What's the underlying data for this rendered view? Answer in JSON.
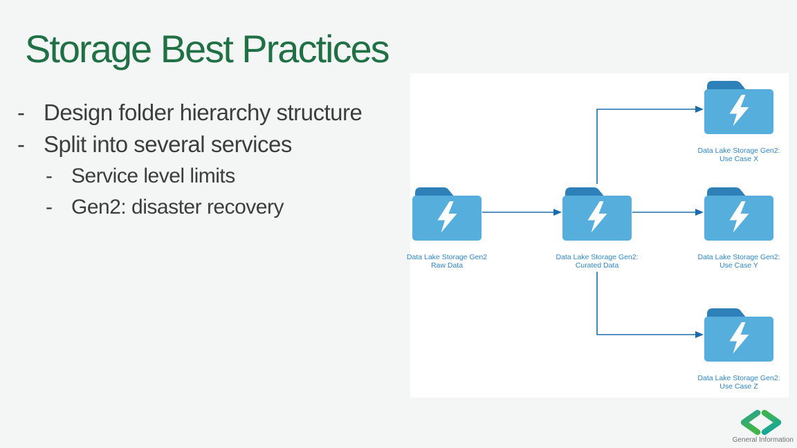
{
  "slide": {
    "title": "Storage Best Practices",
    "bullets": {
      "dash": "-",
      "items": [
        {
          "text": "Design folder hierarchy structure",
          "level": 1
        },
        {
          "text": "Split into several services",
          "level": 1
        },
        {
          "text": "Service level limits",
          "level": 2
        },
        {
          "text": "Gen2: disaster recovery",
          "level": 2
        }
      ]
    }
  },
  "diagram": {
    "icon": "folder-lightning-icon",
    "nodes": [
      {
        "id": "raw-data",
        "line1": "Data Lake Storage Gen2",
        "line2": "Raw Data"
      },
      {
        "id": "curated-data",
        "line1": "Data Lake Storage Gen2:",
        "line2": "Curated Data"
      },
      {
        "id": "use-case-x",
        "line1": "Data Lake Storage Gen2:",
        "line2": "Use Case X"
      },
      {
        "id": "use-case-y",
        "line1": "Data Lake Storage Gen2:",
        "line2": "Use Case Y"
      },
      {
        "id": "use-case-z",
        "line1": "Data Lake Storage Gen2:",
        "line2": "Use Case Z"
      }
    ],
    "edges": [
      "raw-data -> curated-data",
      "curated-data -> use-case-x",
      "curated-data -> use-case-y",
      "curated-data -> use-case-z"
    ]
  },
  "footer": {
    "label": "General Information",
    "logo": "code-brackets-logo"
  },
  "colors": {
    "background": "#f4f5f5",
    "panel": "#ffffff",
    "title_green": "#1f7145",
    "body_text": "#3d3d3d",
    "folder_body": "#55aedb",
    "folder_tab": "#2e81b8",
    "arrow_blue": "#1b6cac",
    "label_blue": "#2e86c5",
    "logo_teal": "#16a79b",
    "logo_green": "#41b549",
    "footer_text": "#707174"
  }
}
